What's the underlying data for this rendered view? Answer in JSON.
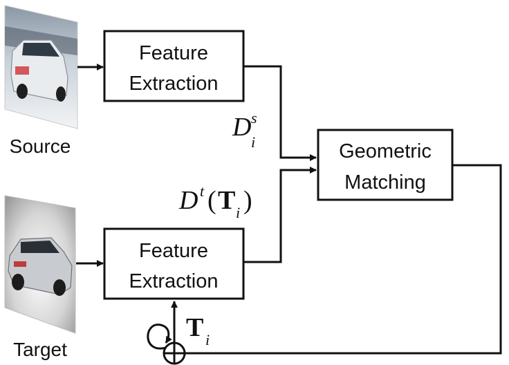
{
  "images": {
    "source": {
      "caption": "Source"
    },
    "target": {
      "caption": "Target"
    }
  },
  "blocks": {
    "feature_top": {
      "line1": "Feature",
      "line2": "Extraction"
    },
    "feature_bottom": {
      "line1": "Feature",
      "line2": "Extraction"
    },
    "matching": {
      "line1": "Geometric",
      "line2": "Matching"
    }
  },
  "math": {
    "ds": {
      "base": "D",
      "sup": "s",
      "sub": "i"
    },
    "dt": {
      "base": "D",
      "sup": "t",
      "open": "(",
      "bold": "T",
      "sub": "i",
      "close": ")"
    },
    "t": {
      "bold": "T",
      "sub": "i"
    }
  },
  "colors": {
    "stroke": "#111111",
    "fill": "#ffffff"
  }
}
